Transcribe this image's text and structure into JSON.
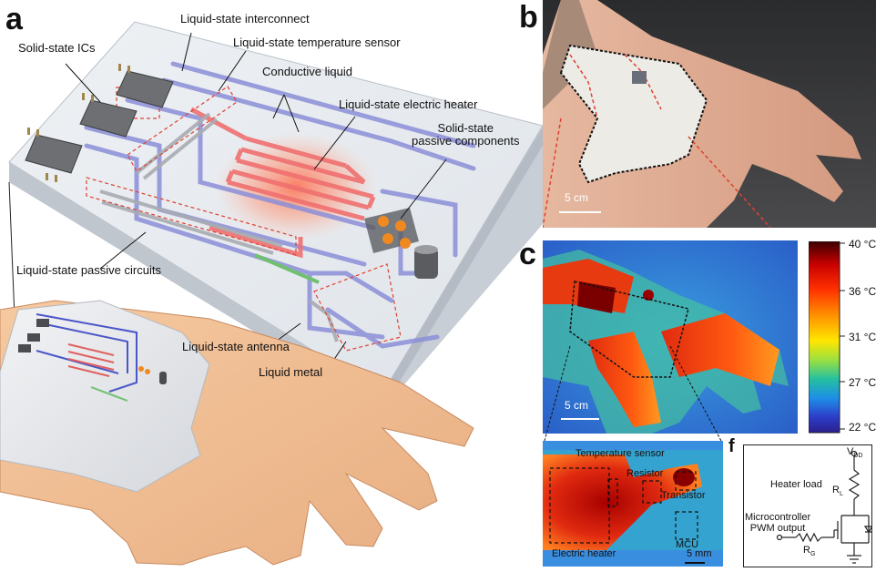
{
  "panels": {
    "a": "a",
    "b": "b",
    "c": "c",
    "f": "f"
  },
  "panel_a": {
    "labels": {
      "interconnect": "Liquid-state interconnect",
      "temp_sensor": "Liquid-state temperature sensor",
      "solid_ics": "Solid-state ICs",
      "conductive_liquid": "Conductive liquid",
      "electric_heater": "Liquid-state electric heater",
      "passive_components_1": "Solid-state",
      "passive_components_2": "passive components",
      "passive_circuits": "Liquid-state passive circuits",
      "antenna": "Liquid-state antenna",
      "liquid_metal": "Liquid metal"
    }
  },
  "panel_b": {
    "scale_bar": "5 cm"
  },
  "panel_c": {
    "scale_bar": "5 cm",
    "colorbar": {
      "ticks": [
        "40 °C",
        "36 °C",
        "31 °C",
        "27 °C",
        "22 °C"
      ],
      "colors": [
        "#3a0000",
        "#c80000",
        "#ff3000",
        "#ff9a00",
        "#ffe600",
        "#9be040",
        "#25c0a0",
        "#1e8ee8",
        "#2d3cc8",
        "#2a1f8c"
      ]
    },
    "zoom": {
      "temp_sensor": "Temperature sensor",
      "resistor": "Resistor",
      "transistor": "Transistor",
      "mcu": "MCU",
      "electric_heater": "Electric heater",
      "scale_bar": "5 mm"
    }
  },
  "panel_f": {
    "vdd": "V",
    "vdd_sub": "DD",
    "heater_load": "Heater load",
    "rl": "R",
    "rl_sub": "L",
    "mcu_line1": "Microcontroller",
    "mcu_line2": "PWM output",
    "rg": "R",
    "rg_sub": "G"
  }
}
